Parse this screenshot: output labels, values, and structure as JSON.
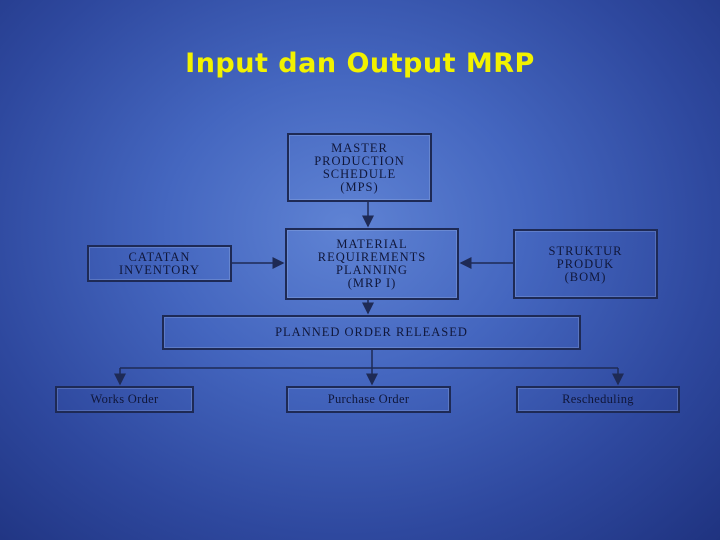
{
  "title": "Input dan Output MRP",
  "diagram": {
    "mps": "MASTER\nPRODUCTION\nSCHEDULE\n(MPS)",
    "mrp": "MATERIAL\nREQUIREMENTS\nPLANNING\n(MRP I)",
    "inventory": "CATATAN\nINVENTORY",
    "bom": "STRUKTUR\nPRODUK\n(BOM)",
    "planned_order": "PLANNED ORDER RELEASED",
    "outputs": [
      "Works Order",
      "Purchase Order",
      "Rescheduling"
    ]
  }
}
